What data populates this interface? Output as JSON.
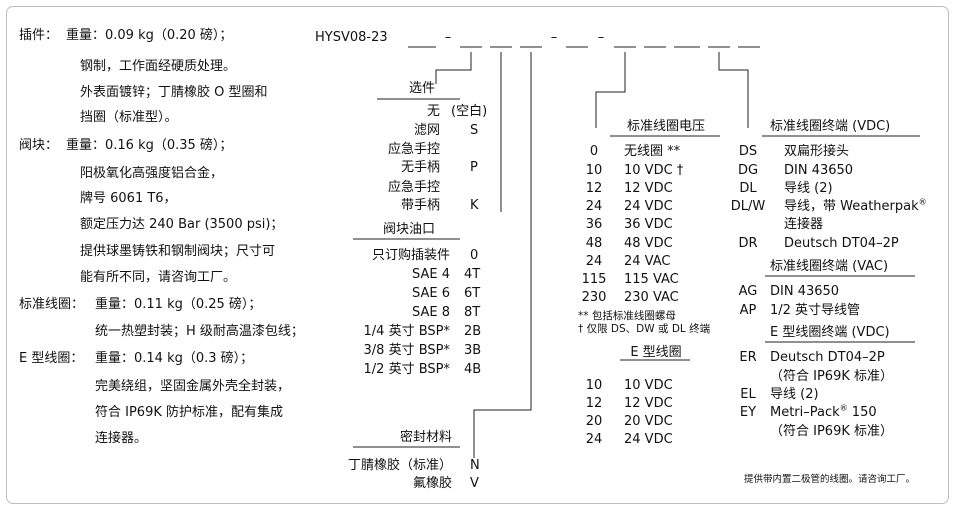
{
  "specs": {
    "cartridge_label": "插件：",
    "cartridge": [
      "重量：0.09 kg（0.20 磅）；",
      "钢制，工作面经硬质处理。",
      "外表面镀锌；丁腈橡胶 O 型圈和",
      "挡圈（标准型）。"
    ],
    "body_label": "阀块：",
    "body": [
      "重量：0.16 kg（0.35 磅）；",
      "阳极氧化高强度铝合金，",
      "牌号 6061 T6，",
      "额定压力达 240 Bar (3500 psi)；",
      "提供球墨铸铁和钢制阀块；尺寸可",
      "能有所不同，请咨询工厂。"
    ],
    "std_coil_label": "标准线圈：",
    "std_coil": [
      "重量：0.11 kg（0.25 磅）；",
      "统一热塑封装；H 级耐高温漆包线；"
    ],
    "e_coil_label": "E 型线圈：",
    "e_coil": [
      "重量：0.14 kg（0.3 磅）；",
      "完美绕组，坚固金属外壳全封装，",
      "符合 IP69K 防护标准，配有集成",
      "连接器。"
    ]
  },
  "model": {
    "code": "HYSV08-23",
    "dash": "–"
  },
  "options": {
    "title": "选件",
    "rows": [
      {
        "label": "无",
        "code": "(空白)"
      },
      {
        "label": "滤网",
        "code": "S"
      },
      {
        "label": "应急手控",
        "code": ""
      },
      {
        "label": "无手柄",
        "code": "P"
      },
      {
        "label": "应急手控",
        "code": ""
      },
      {
        "label": "带手柄",
        "code": "K"
      }
    ]
  },
  "ports": {
    "title": "阀块油口",
    "rows": [
      {
        "label": "只订购插装件",
        "code": "0"
      },
      {
        "label": "SAE 4",
        "code": "4T"
      },
      {
        "label": "SAE 6",
        "code": "6T"
      },
      {
        "label": "SAE 8",
        "code": "8T"
      },
      {
        "label": "1/4 英寸 BSP*",
        "code": "2B"
      },
      {
        "label": "3/8 英寸 BSP*",
        "code": "3B"
      },
      {
        "label": "1/2 英寸 BSP*",
        "code": "4B"
      }
    ]
  },
  "seals": {
    "title": "密封材料",
    "rows": [
      {
        "label": "丁腈橡胶（标准）",
        "code": "N"
      },
      {
        "label": "氟橡胶",
        "code": "V"
      }
    ]
  },
  "std_voltage": {
    "title": "标准线圈电压",
    "rows": [
      {
        "code": "0",
        "label": "无线圈 **"
      },
      {
        "code": "10",
        "label": "10 VDC †"
      },
      {
        "code": "12",
        "label": "12 VDC"
      },
      {
        "code": "24",
        "label": "24 VDC"
      },
      {
        "code": "36",
        "label": "36 VDC"
      },
      {
        "code": "48",
        "label": "48 VDC"
      },
      {
        "code": "24",
        "label": "24 VAC"
      },
      {
        "code": "115",
        "label": "115 VAC"
      },
      {
        "code": "230",
        "label": "230 VAC"
      }
    ],
    "note1": "** 包括标准线圈螺母",
    "note2": "† 仅限 DS、DW 或 DL 终端"
  },
  "e_voltage": {
    "title": "E 型线圈",
    "rows": [
      {
        "code": "10",
        "label": "10 VDC"
      },
      {
        "code": "12",
        "label": "12 VDC"
      },
      {
        "code": "20",
        "label": "20 VDC"
      },
      {
        "code": "24",
        "label": "24 VDC"
      }
    ]
  },
  "std_term_vdc": {
    "title": "标准线圈终端 (VDC)",
    "rows": [
      {
        "code": "DS",
        "label": "双扁形接头"
      },
      {
        "code": "DG",
        "label": "DIN 43650"
      },
      {
        "code": "DL",
        "label": "导线 (2)"
      },
      {
        "code": "DL/W",
        "label": "导线，带 Weatherpak",
        "reg": "®"
      },
      {
        "code": "",
        "label": "连接器"
      },
      {
        "code": "DR",
        "label": "Deutsch DT04–2P"
      }
    ]
  },
  "std_term_vac": {
    "title": "标准线圈终端 (VAC)",
    "rows": [
      {
        "code": "AG",
        "label": "DIN 43650"
      },
      {
        "code": "AP",
        "label": "1/2 英寸导线管"
      }
    ]
  },
  "e_term": {
    "title": "E 型线圈终端 (VDC)",
    "rows": [
      {
        "code": "ER",
        "label": "Deutsch DT04–2P"
      },
      {
        "code": "",
        "label": "（符合 IP69K 标准）"
      },
      {
        "code": "EL",
        "label": "导线 (2)"
      },
      {
        "code": "EY",
        "label": "Metri–Pack",
        "reg": "®",
        "tail": " 150"
      },
      {
        "code": "",
        "label": "（符合 IP69K 标准）"
      }
    ]
  },
  "footnote": "提供带内置二极管的线圈。请咨询工厂。"
}
